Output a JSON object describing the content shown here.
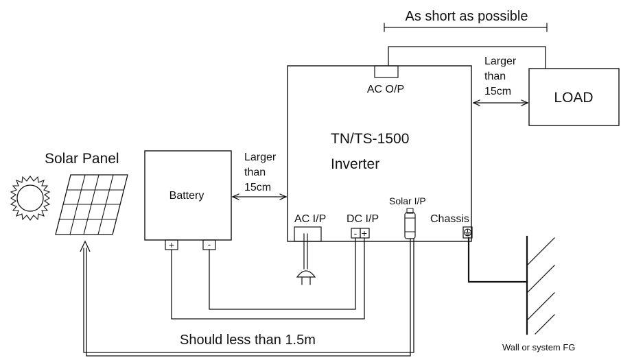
{
  "labels": {
    "as_short": "As short as possible",
    "larger_top_1": "Larger",
    "larger_top_2": "than",
    "larger_top_3": "15cm",
    "larger_mid_1": "Larger",
    "larger_mid_2": "than",
    "larger_mid_3": "15cm",
    "ac_op": "AC O/P",
    "load": "LOAD",
    "inverter_model": "TN/TS-1500",
    "inverter_word": "Inverter",
    "solar_panel": "Solar Panel",
    "battery": "Battery",
    "ac_ip": "AC I/P",
    "dc_ip": "DC I/P",
    "solar_ip": "Solar I/P",
    "chassis": "Chassis",
    "plus": "+",
    "minus": "-",
    "should_less": "Should less than 1.5m",
    "wall": "Wall or system FG"
  }
}
